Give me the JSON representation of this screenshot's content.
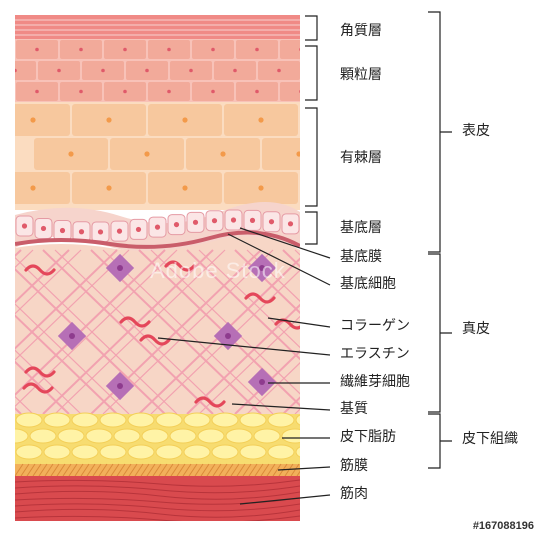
{
  "labels": {
    "kakushitsu": "角質層",
    "karyuu": "顆粒層",
    "yuukyoku": "有棘層",
    "kitei_sou": "基底層",
    "kitei_maku": "基底膜",
    "kitei_saibou": "基底細胞",
    "collagen": "コラーゲン",
    "elastin": "エラスチン",
    "fibroblast": "繊維芽細胞",
    "kishitsu": "基質",
    "hika_shibou": "皮下脂肪",
    "kinmaku": "筋膜",
    "kinniku": "筋肉",
    "hyouhi": "表皮",
    "shinpi": "真皮",
    "hika_soshiki": "皮下組織"
  },
  "watermark": "Adobe Stock",
  "stock_id": "#167088196",
  "colors": {
    "stratum_corneum": "#f08a86",
    "granular": "#f2aa9a",
    "spinous": "#f7c89e",
    "basal_bg": "#f6d4cc",
    "basal_cell": "#fbe6e6",
    "basal_membrane": "#c95d6a",
    "dermis": "#f7d6c6",
    "collagen_line": "#f2a2b0",
    "elastin": "#e4475a",
    "fibroblast": "#b66fb6",
    "fat": "#fff3a6",
    "fat_bg": "#f7dc70",
    "fascia": "#f2b05a",
    "muscle": "#d94a4e",
    "nucleus": "#f39a4a"
  }
}
